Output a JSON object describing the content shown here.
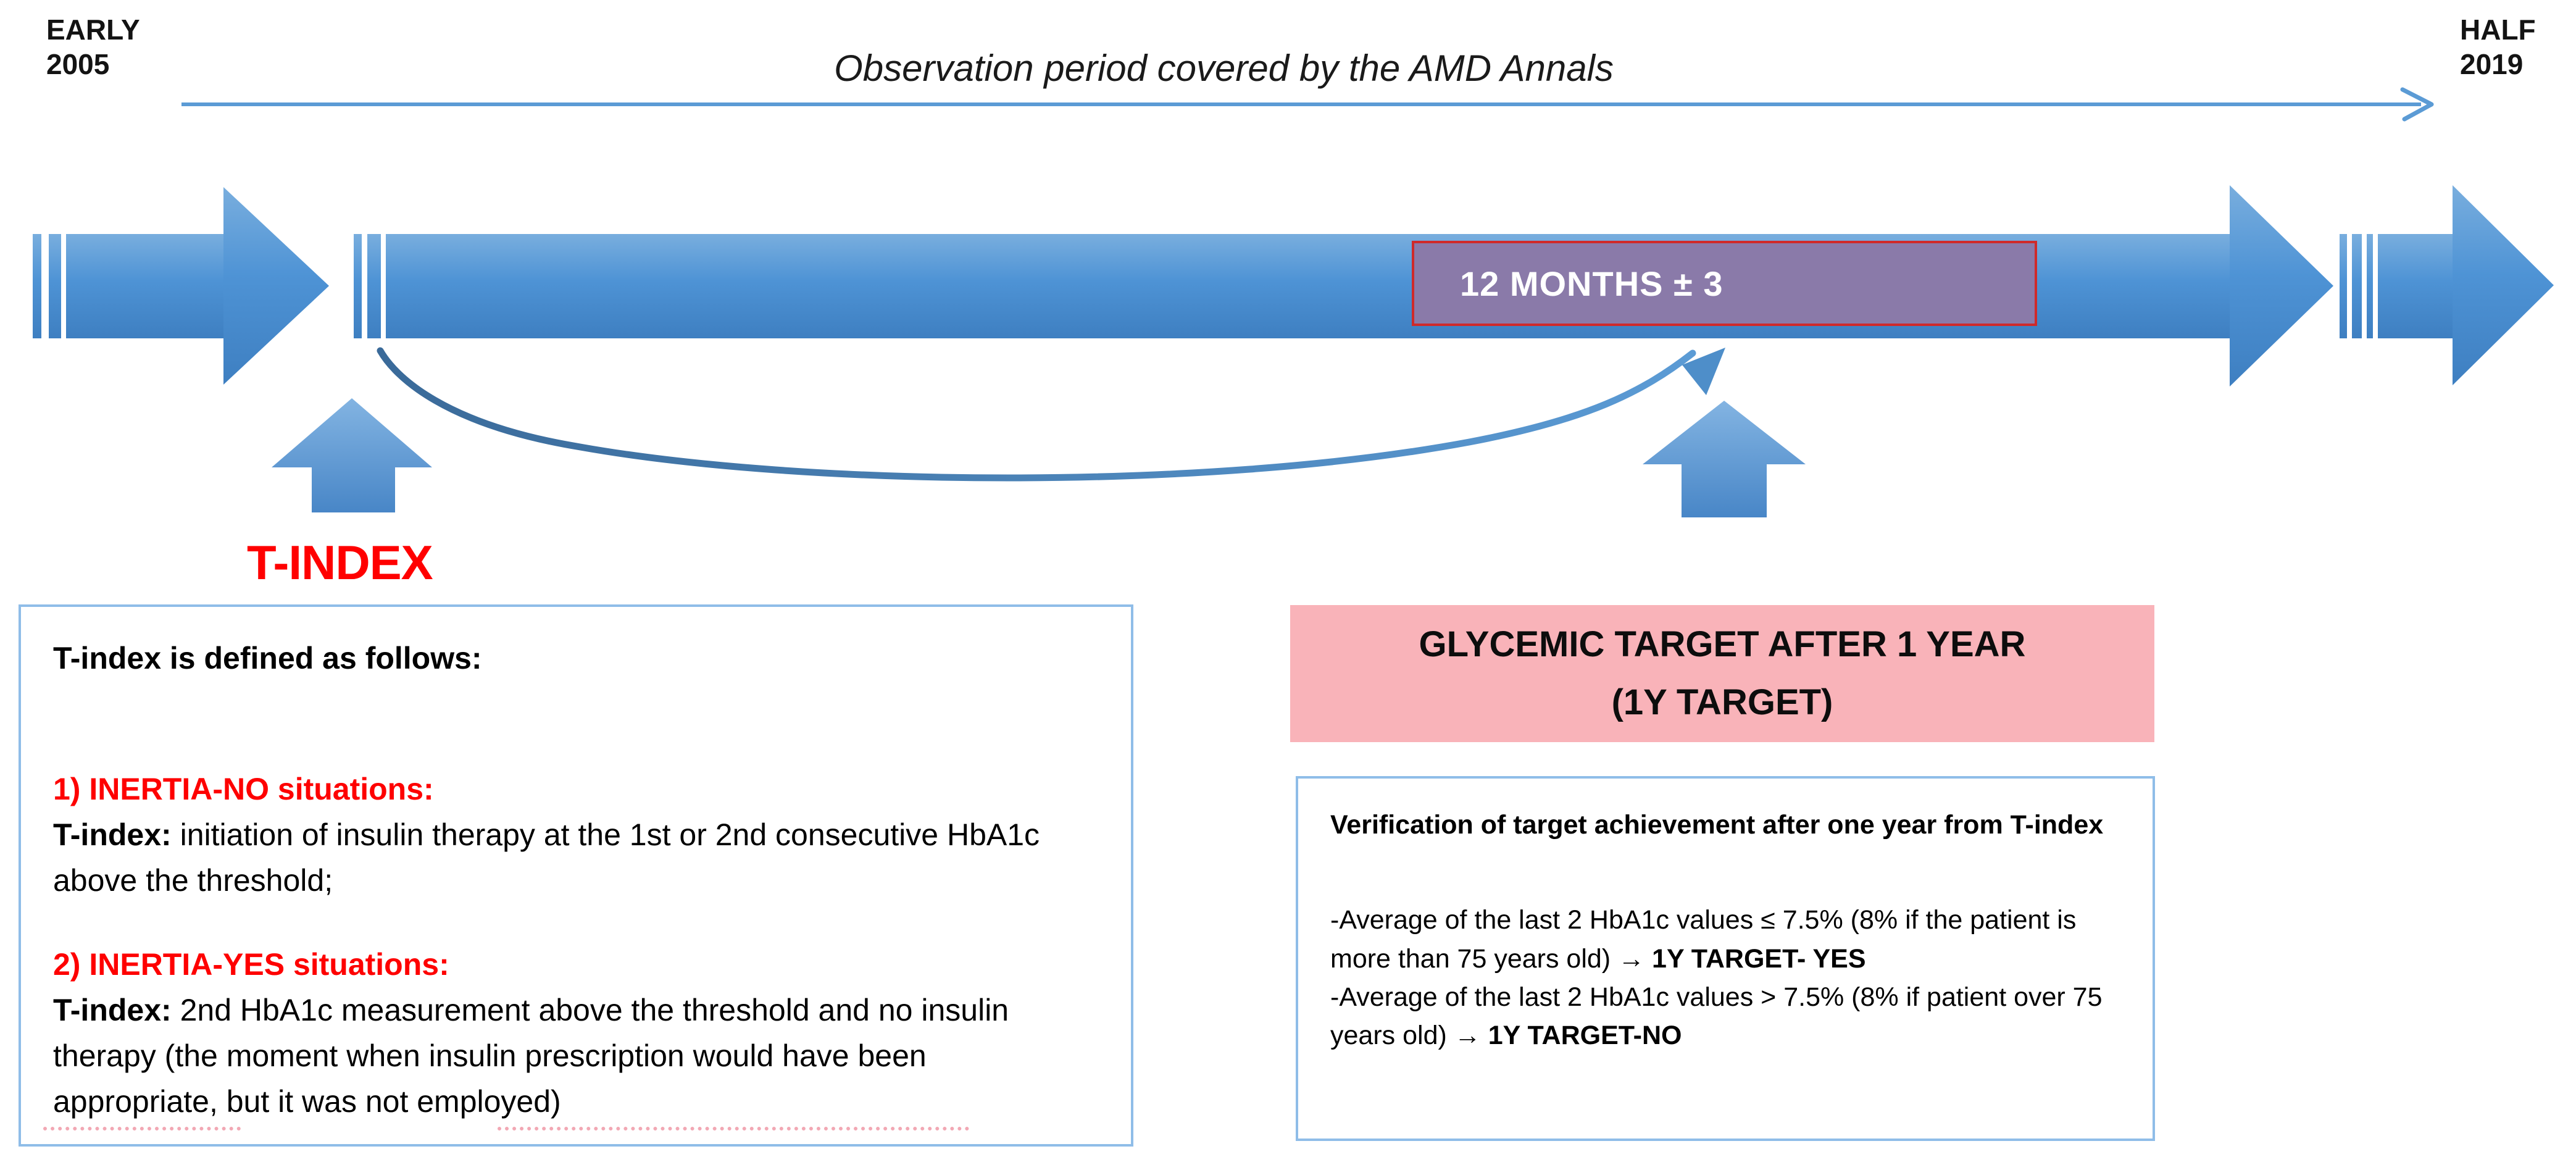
{
  "header": {
    "start_year_line1": "EARLY",
    "start_year_line2": "2005",
    "end_year_line1": "HALF",
    "end_year_line2": "2019",
    "observation_title": "Observation period covered by the AMD Annals"
  },
  "timeline": {
    "months_box_label": "12 MONTHS ± 3",
    "t_index_label": "T-INDEX"
  },
  "definition_box": {
    "title": "T-index is defined as follows:",
    "section1_heading": "1) INERTIA-NO situations:",
    "section1_bold": "T-index:",
    "section1_text": " initiation of insulin therapy at the 1st or 2nd consecutive HbA1c above the threshold;",
    "section2_heading": "2) INERTIA-YES situations:",
    "section2_bold": "T-index:",
    "section2_text": " 2nd HbA1c measurement above the threshold and no insulin therapy (the moment when insulin prescription would have been appropriate, but it was not employed)"
  },
  "glycemic_box": {
    "title_line1": "GLYCEMIC TARGET AFTER 1 YEAR",
    "title_line2": "(1Y TARGET)"
  },
  "verification_box": {
    "heading": "Verification of target achievement after one year from T-index",
    "bullet1_text": "-Average of the last 2 HbA1c values ≤ 7.5% (8% if the patient is more than 75 years old) ",
    "bullet1_bold": "→ 1Y TARGET- YES",
    "bullet2_text": "-Average of the last 2 HbA1c values > 7.5% (8% if patient over 75 years old) ",
    "bullet2_bold": "→ 1Y TARGET-NO"
  },
  "colors": {
    "band_blue": "#4e93d5",
    "band_blue_light": "#79aede",
    "band_blue_dark": "#3e7fc1",
    "thin_arrow_blue": "#5b9bd5",
    "swoosh_blue_dark": "#3a6a99",
    "purple_fill": "#8a7aa9",
    "purple_border": "#cf2a2a",
    "pink_fill": "#f9b3b9",
    "box_border_blue": "#8fbde8",
    "accent_red": "#ff0000"
  }
}
